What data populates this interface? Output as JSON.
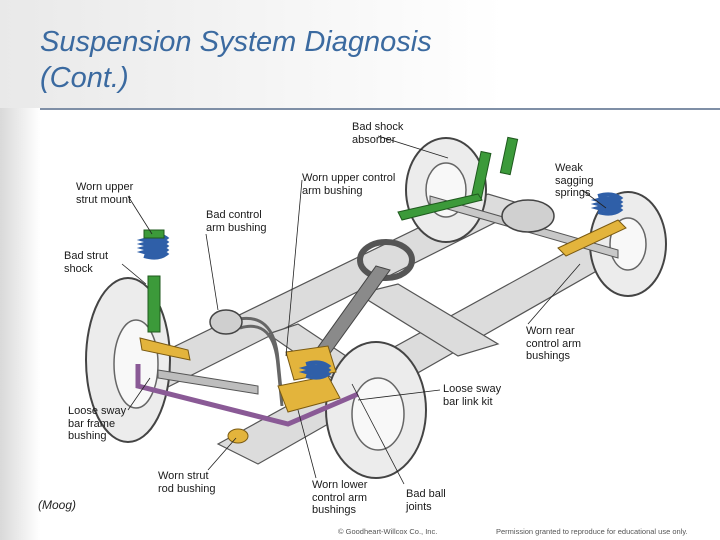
{
  "slide": {
    "title_line1": "Suspension System Diagnosis",
    "title_line2": "(Cont.)",
    "credit": "(Moog)"
  },
  "labels": {
    "bad_shock_absorber": [
      "Bad shock",
      "absorber"
    ],
    "weak_sagging_springs": [
      "Weak",
      "sagging",
      "springs"
    ],
    "worn_upper_strut_mount": [
      "Worn upper",
      "strut mount"
    ],
    "worn_upper_control_arm_bushing": [
      "Worn upper control",
      "arm bushing"
    ],
    "bad_control_arm_bushing": [
      "Bad control",
      "arm bushing"
    ],
    "bad_strut_shock": [
      "Bad strut",
      "shock"
    ],
    "worn_rear_control_arm_bushings": [
      "Worn rear",
      "control arm",
      "bushings"
    ],
    "loose_sway_bar_link_kit": [
      "Loose sway",
      "bar link kit"
    ],
    "loose_sway_bar_frame_bushing": [
      "Loose sway",
      "bar frame",
      "bushing"
    ],
    "worn_strut_rod_bushing": [
      "Worn strut",
      "rod bushing"
    ],
    "worn_lower_control_arm_bushings": [
      "Worn lower",
      "control arm",
      "bushings"
    ],
    "bad_ball_joints": [
      "Bad ball",
      "joints"
    ]
  },
  "footer": {
    "copyright": "© Goodheart-Willcox Co., Inc.",
    "permission": "Permission granted to reproduce for educational use only."
  },
  "colors": {
    "title": "#3b6aa0",
    "rule": "#7f8fa6",
    "shock_green": "#3c9a3a",
    "spring_blue": "#2f5fa8",
    "control_arm_yellow": "#e3b43c",
    "sway_bar_purple": "#8a5a96",
    "frame_gray": "#d9d9d9"
  }
}
